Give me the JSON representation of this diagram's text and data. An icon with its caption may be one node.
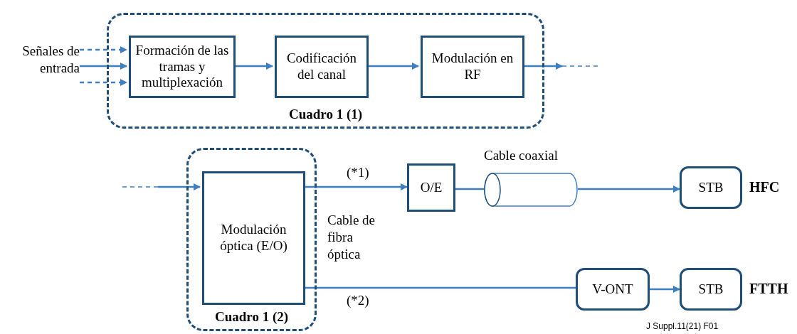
{
  "diagram": {
    "nodes": [
      {
        "text": [
          "Cuadro 1 (1)"
        ]
      },
      {
        "text": [
          "Señales de entrada"
        ]
      },
      {
        "text": [
          "Formación de las tramas y multiplexación"
        ],
        "in": 0
      },
      {
        "text": [
          "Codificación del canal"
        ],
        "in": 0
      },
      {
        "text": [
          "Modulación en RF"
        ],
        "in": 0
      },
      {
        "text": [
          "Cuadro 1 (2)"
        ]
      },
      {
        "text": [
          "Modulación óptica (E/O)"
        ],
        "in": 5
      },
      {
        "text": [
          "O/E"
        ]
      },
      {
        "text": [
          "Cable coaxial"
        ]
      },
      {
        "text": [
          "STB"
        ],
        "beside": [
          "HFC"
        ]
      },
      {
        "text": [
          "V-ONT"
        ]
      },
      {
        "text": [
          "STB"
        ],
        "beside": [
          "FTTH"
        ]
      }
    ],
    "edges": [
      {
        "from": 1,
        "to": 2,
        "arrow": "to",
        "style": "dashed"
      },
      {
        "from": 1,
        "to": 2,
        "arrow": "to"
      },
      {
        "from": 1,
        "to": 2,
        "arrow": "to",
        "style": "dashed"
      },
      {
        "from": 2,
        "to": 3,
        "arrow": "to"
      },
      {
        "from": 3,
        "to": 4,
        "arrow": "to"
      },
      {
        "from": 4,
        "to": null,
        "arrow": "to"
      },
      {
        "from": null,
        "to": 6,
        "arrow": "to"
      },
      {
        "from": 6,
        "to": 7,
        "arrow": "to",
        "label": "(*1)"
      },
      {
        "from": 7,
        "to": 8,
        "arrow": "none"
      },
      {
        "from": 8,
        "to": 9,
        "arrow": "to"
      },
      {
        "from": 6,
        "to": 10,
        "arrow": "none",
        "label": "(*2)"
      },
      {
        "from": 10,
        "to": 11,
        "arrow": "to"
      }
    ],
    "labels": [
      "Cable de fibra óptica",
      "J Suppl.11(21) F01"
    ]
  }
}
